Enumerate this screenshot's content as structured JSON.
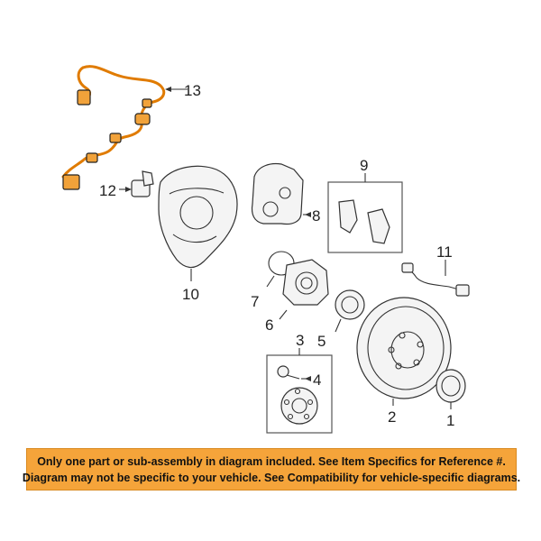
{
  "callouts": {
    "p1": "1",
    "p2": "2",
    "p3": "3",
    "p4": "4",
    "p5": "5",
    "p6": "6",
    "p7": "7",
    "p8": "8",
    "p9": "9",
    "p10": "10",
    "p11": "11",
    "p12": "12",
    "p13": "13"
  },
  "notice": {
    "line1": "Only one part or sub-assembly in diagram included. See Item Specifics for Reference #.",
    "line2": "Diagram may not be specific to your vehicle. See Compatibility for vehicle-specific diagrams."
  },
  "colors": {
    "highlight_part": "#e07b00",
    "notice_background": "#f5a43a"
  }
}
